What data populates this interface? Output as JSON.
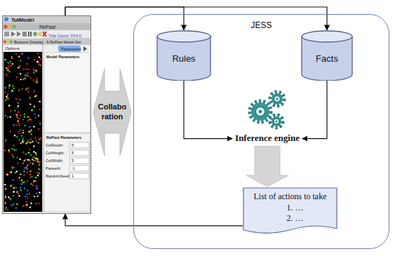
{
  "diagram": {
    "nodes": [
      {
        "text": [
          "TutModel"
        ]
      },
      {
        "text": [
          "JESS"
        ]
      },
      {
        "text": [
          "Rules"
        ],
        "in": 1
      },
      {
        "text": [
          "Facts"
        ],
        "in": 1
      },
      {
        "text": [
          "Inference engine"
        ],
        "in": 1
      },
      {
        "text": [
          "List of actions to take",
          "1.    …",
          "2.    …"
        ],
        "in": 1
      }
    ],
    "edges": [
      {
        "from": 0,
        "to": 2,
        "arrow": "to"
      },
      {
        "from": 0,
        "to": 3,
        "arrow": "to"
      },
      {
        "from": 2,
        "to": 4,
        "arrow": "to"
      },
      {
        "from": 3,
        "to": 4,
        "arrow": "to"
      },
      {
        "from": 4,
        "to": 5,
        "arrow": "to"
      },
      {
        "from": 5,
        "to": 0,
        "arrow": "to"
      },
      {
        "from": 0,
        "to": 1,
        "label": "Collabo ration",
        "arrow": "both"
      }
    ],
    "labels": [
      "RePast",
      "Tick Count: 574.0",
      "Buttons Display",
      "Options",
      "A RePast Model Set",
      "Parameters",
      "Model Parameters",
      "RePast Parameters",
      "CellDepth:",
      "5",
      "CellHeight:",
      "5",
      "CellWidth:",
      "5",
      "PauseAt:",
      "-1",
      "RandomSeed:",
      "1"
    ]
  }
}
